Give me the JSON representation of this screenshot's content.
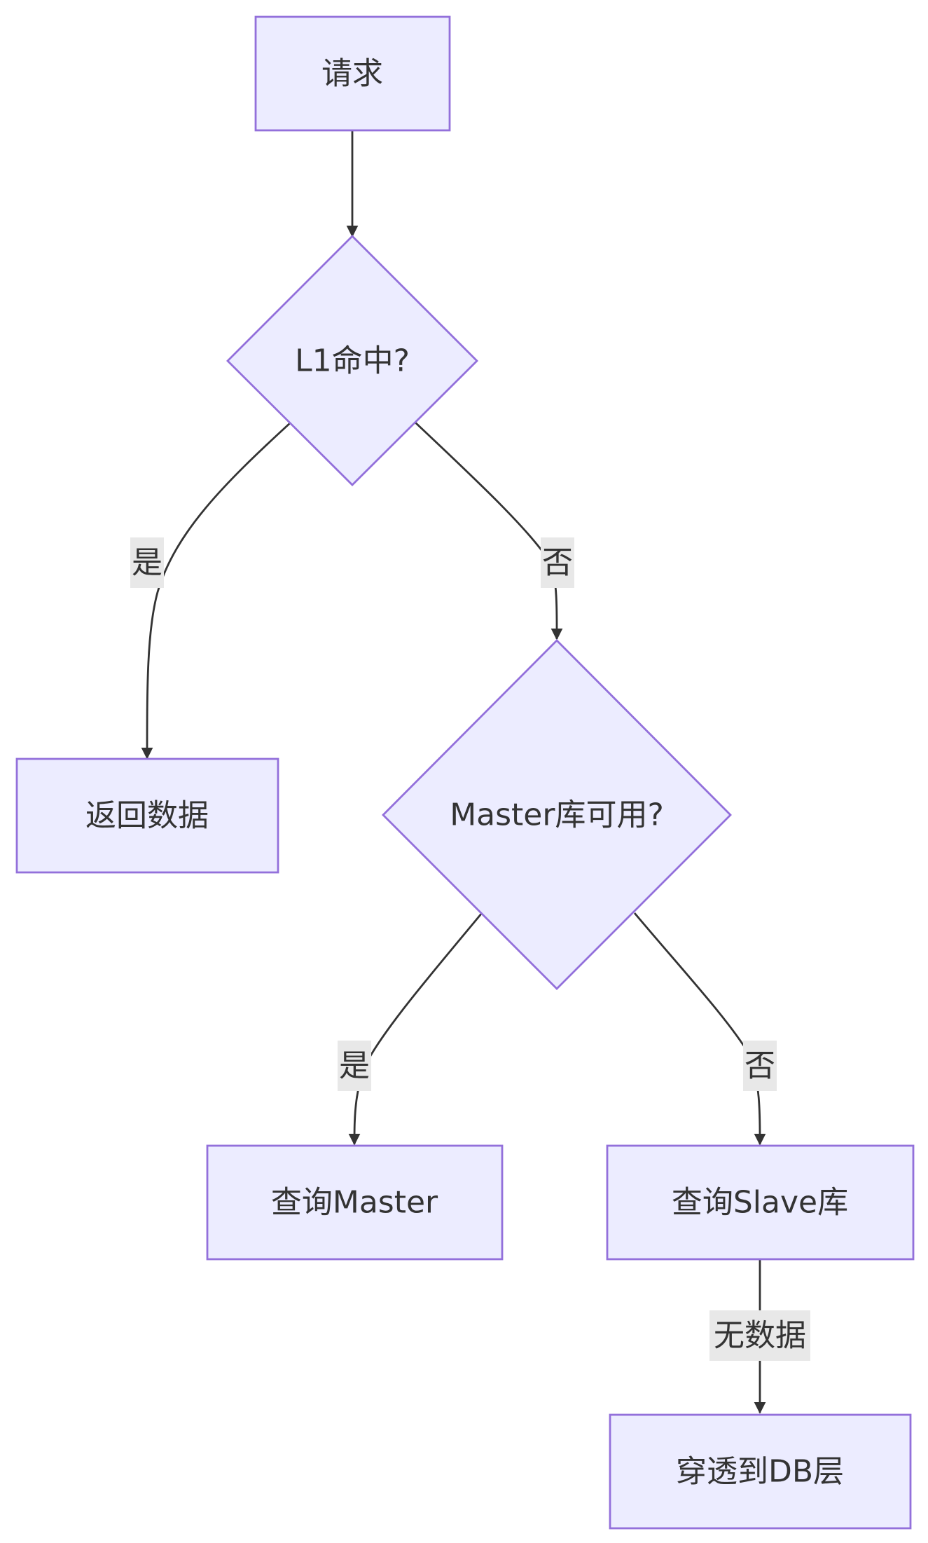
{
  "nodes": {
    "request": "请求",
    "l1_hit": "L1命中?",
    "return_data": "返回数据",
    "master_available": "Master库可用?",
    "query_master": "查询Master",
    "query_slave": "查询Slave库",
    "penetrate_db": "穿透到DB层"
  },
  "edge_labels": {
    "l1_yes": "是",
    "l1_no": "否",
    "master_yes": "是",
    "master_no": "否",
    "slave_no_data": "无数据"
  },
  "colors": {
    "node_fill": "#ECECFF",
    "node_stroke": "#9370DB",
    "edge": "#333333",
    "edge_label_bg": "#E8E8E8"
  }
}
